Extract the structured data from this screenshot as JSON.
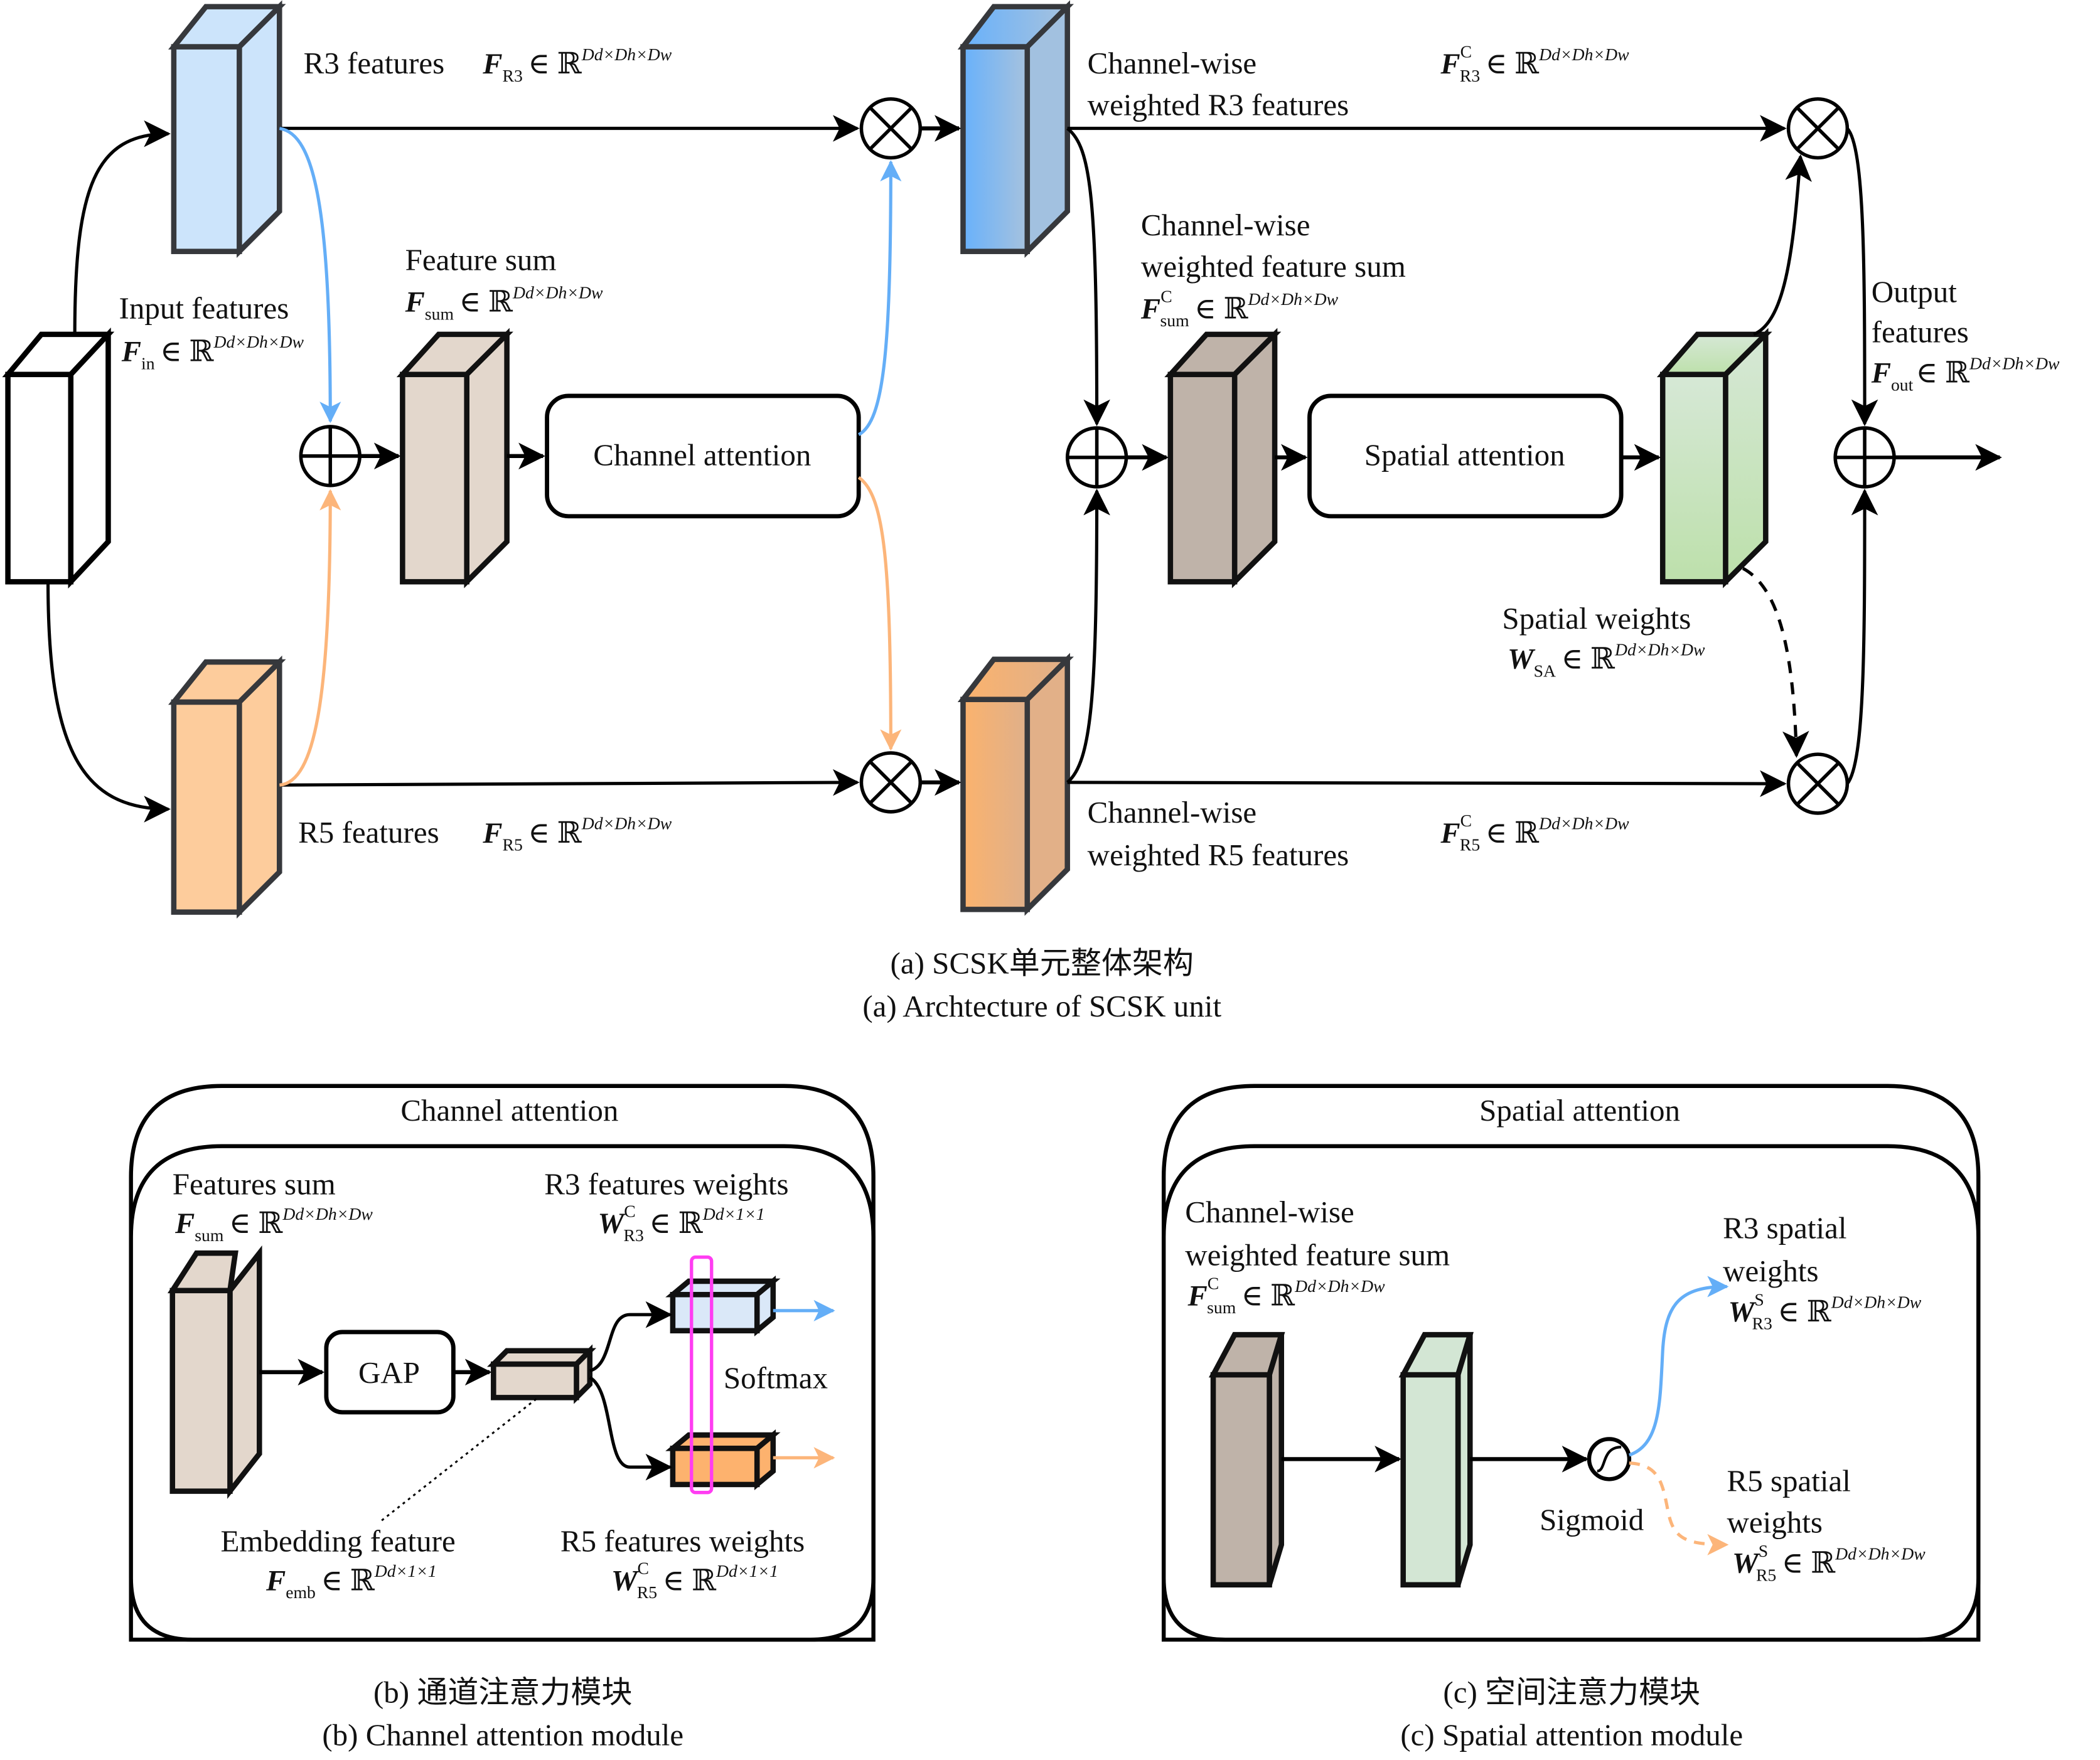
{
  "figure": {
    "panel_a": {
      "caption_zh": "(a) SCSK单元整体架构",
      "caption_en": "(a) Archtecture of SCSK unit",
      "input": {
        "label": "Input features",
        "symbol": "F",
        "sub": "in",
        "space": "∈ ℝ",
        "dims": "Dd×Dh×Dw"
      },
      "r3": {
        "label": "R3 features",
        "symbol": "F",
        "sub": "R3",
        "space": "∈ ℝ",
        "dims": "Dd×Dh×Dw"
      },
      "r5": {
        "label": "R5 features",
        "symbol": "F",
        "sub": "R5",
        "space": "∈ ℝ",
        "dims": "Dd×Dh×Dw"
      },
      "sum": {
        "label": "Feature sum",
        "symbol": "F",
        "sub": "sum",
        "space": "∈ ℝ",
        "dims": "Dd×Dh×Dw"
      },
      "channel_attention_box": "Channel attention",
      "spatial_attention_box": "Spatial attention",
      "cw_r3": {
        "label_line1": "Channel-wise",
        "label_line2": "weighted R3 features",
        "symbol": "F",
        "sup": "C",
        "sub": "R3",
        "space": "∈ ℝ",
        "dims": "Dd×Dh×Dw"
      },
      "cw_r5": {
        "label_line1": "Channel-wise",
        "label_line2": "weighted R5 features",
        "symbol": "F",
        "sup": "C",
        "sub": "R5",
        "space": "∈ ℝ",
        "dims": "Dd×Dh×Dw"
      },
      "cw_sum": {
        "label_line1": "Channel-wise",
        "label_line2": "weighted feature sum",
        "symbol": "F",
        "sup": "C",
        "sub": "sum",
        "space": "∈ ℝ",
        "dims": "Dd×Dh×Dw"
      },
      "spatial_weights": {
        "label": "Spatial weights",
        "symbol": "W",
        "sub": "SA",
        "space": "∈ ℝ",
        "dims": "Dd×Dh×Dw"
      },
      "output": {
        "label_line1": "Output",
        "label_line2": "features",
        "symbol": "F",
        "sub": "out",
        "space": "∈ ℝ",
        "dims": "Dd×Dh×Dw"
      },
      "operators": {
        "add": "⊕",
        "multiply": "⊗"
      }
    },
    "panel_b": {
      "title": "Channel attention",
      "caption_zh": "(b) 通道注意力模块",
      "caption_en": "(b) Channel attention module",
      "features_sum": {
        "label": "Features sum",
        "symbol": "F",
        "sub": "sum",
        "space": "∈ ℝ",
        "dims": "Dd×Dh×Dw"
      },
      "gap": "GAP",
      "embedding": {
        "label": "Embedding feature",
        "symbol": "F",
        "sub": "emb",
        "space": "∈ ℝ",
        "dims": "Dd×1×1"
      },
      "r3_weights": {
        "label": "R3 features weights",
        "symbol": "W",
        "sup": "C",
        "sub": "R3",
        "space": "∈ ℝ",
        "dims": "Dd×1×1"
      },
      "r5_weights": {
        "label": "R5 features weights",
        "symbol": "W",
        "sup": "C",
        "sub": "R5",
        "space": "∈ ℝ",
        "dims": "Dd×1×1"
      },
      "softmax": "Softmax"
    },
    "panel_c": {
      "title": "Spatial attention",
      "caption_zh": "(c) 空间注意力模块",
      "caption_en": "(c) Spatial attention module",
      "cw_sum": {
        "label_line1": "Channel-wise",
        "label_line2": "weighted feature sum",
        "symbol": "F",
        "sup": "C",
        "sub": "sum",
        "space": "∈ ℝ",
        "dims": "Dd×Dh×Dw"
      },
      "sigmoid": "Sigmoid",
      "r3_spatial": {
        "label_line1": "R3 spatial",
        "label_line2": "weights",
        "symbol": "W",
        "sup": "S",
        "sub": "R3",
        "space": "∈ ℝ",
        "dims": "Dd×Dh×Dw"
      },
      "r5_spatial": {
        "label_line1": "R5 spatial",
        "label_line2": "weights",
        "symbol": "W",
        "sup": "S",
        "sub": "R5",
        "space": "∈ ℝ",
        "dims": "Dd×Dh×Dw"
      }
    },
    "colors": {
      "r3_light": "#cce4fb",
      "r3_weighted": "#6fb2f8",
      "r5_light": "#fdcc9c",
      "r5_weighted": "#f9b271",
      "sum": "#e3d7cc",
      "cw_sum": "#bfb3a9",
      "spatial": "#c8e4c2",
      "blue_path": "#64aef7",
      "orange_path": "#fcb57a",
      "softmax_highlight": "#ff3df2"
    }
  }
}
